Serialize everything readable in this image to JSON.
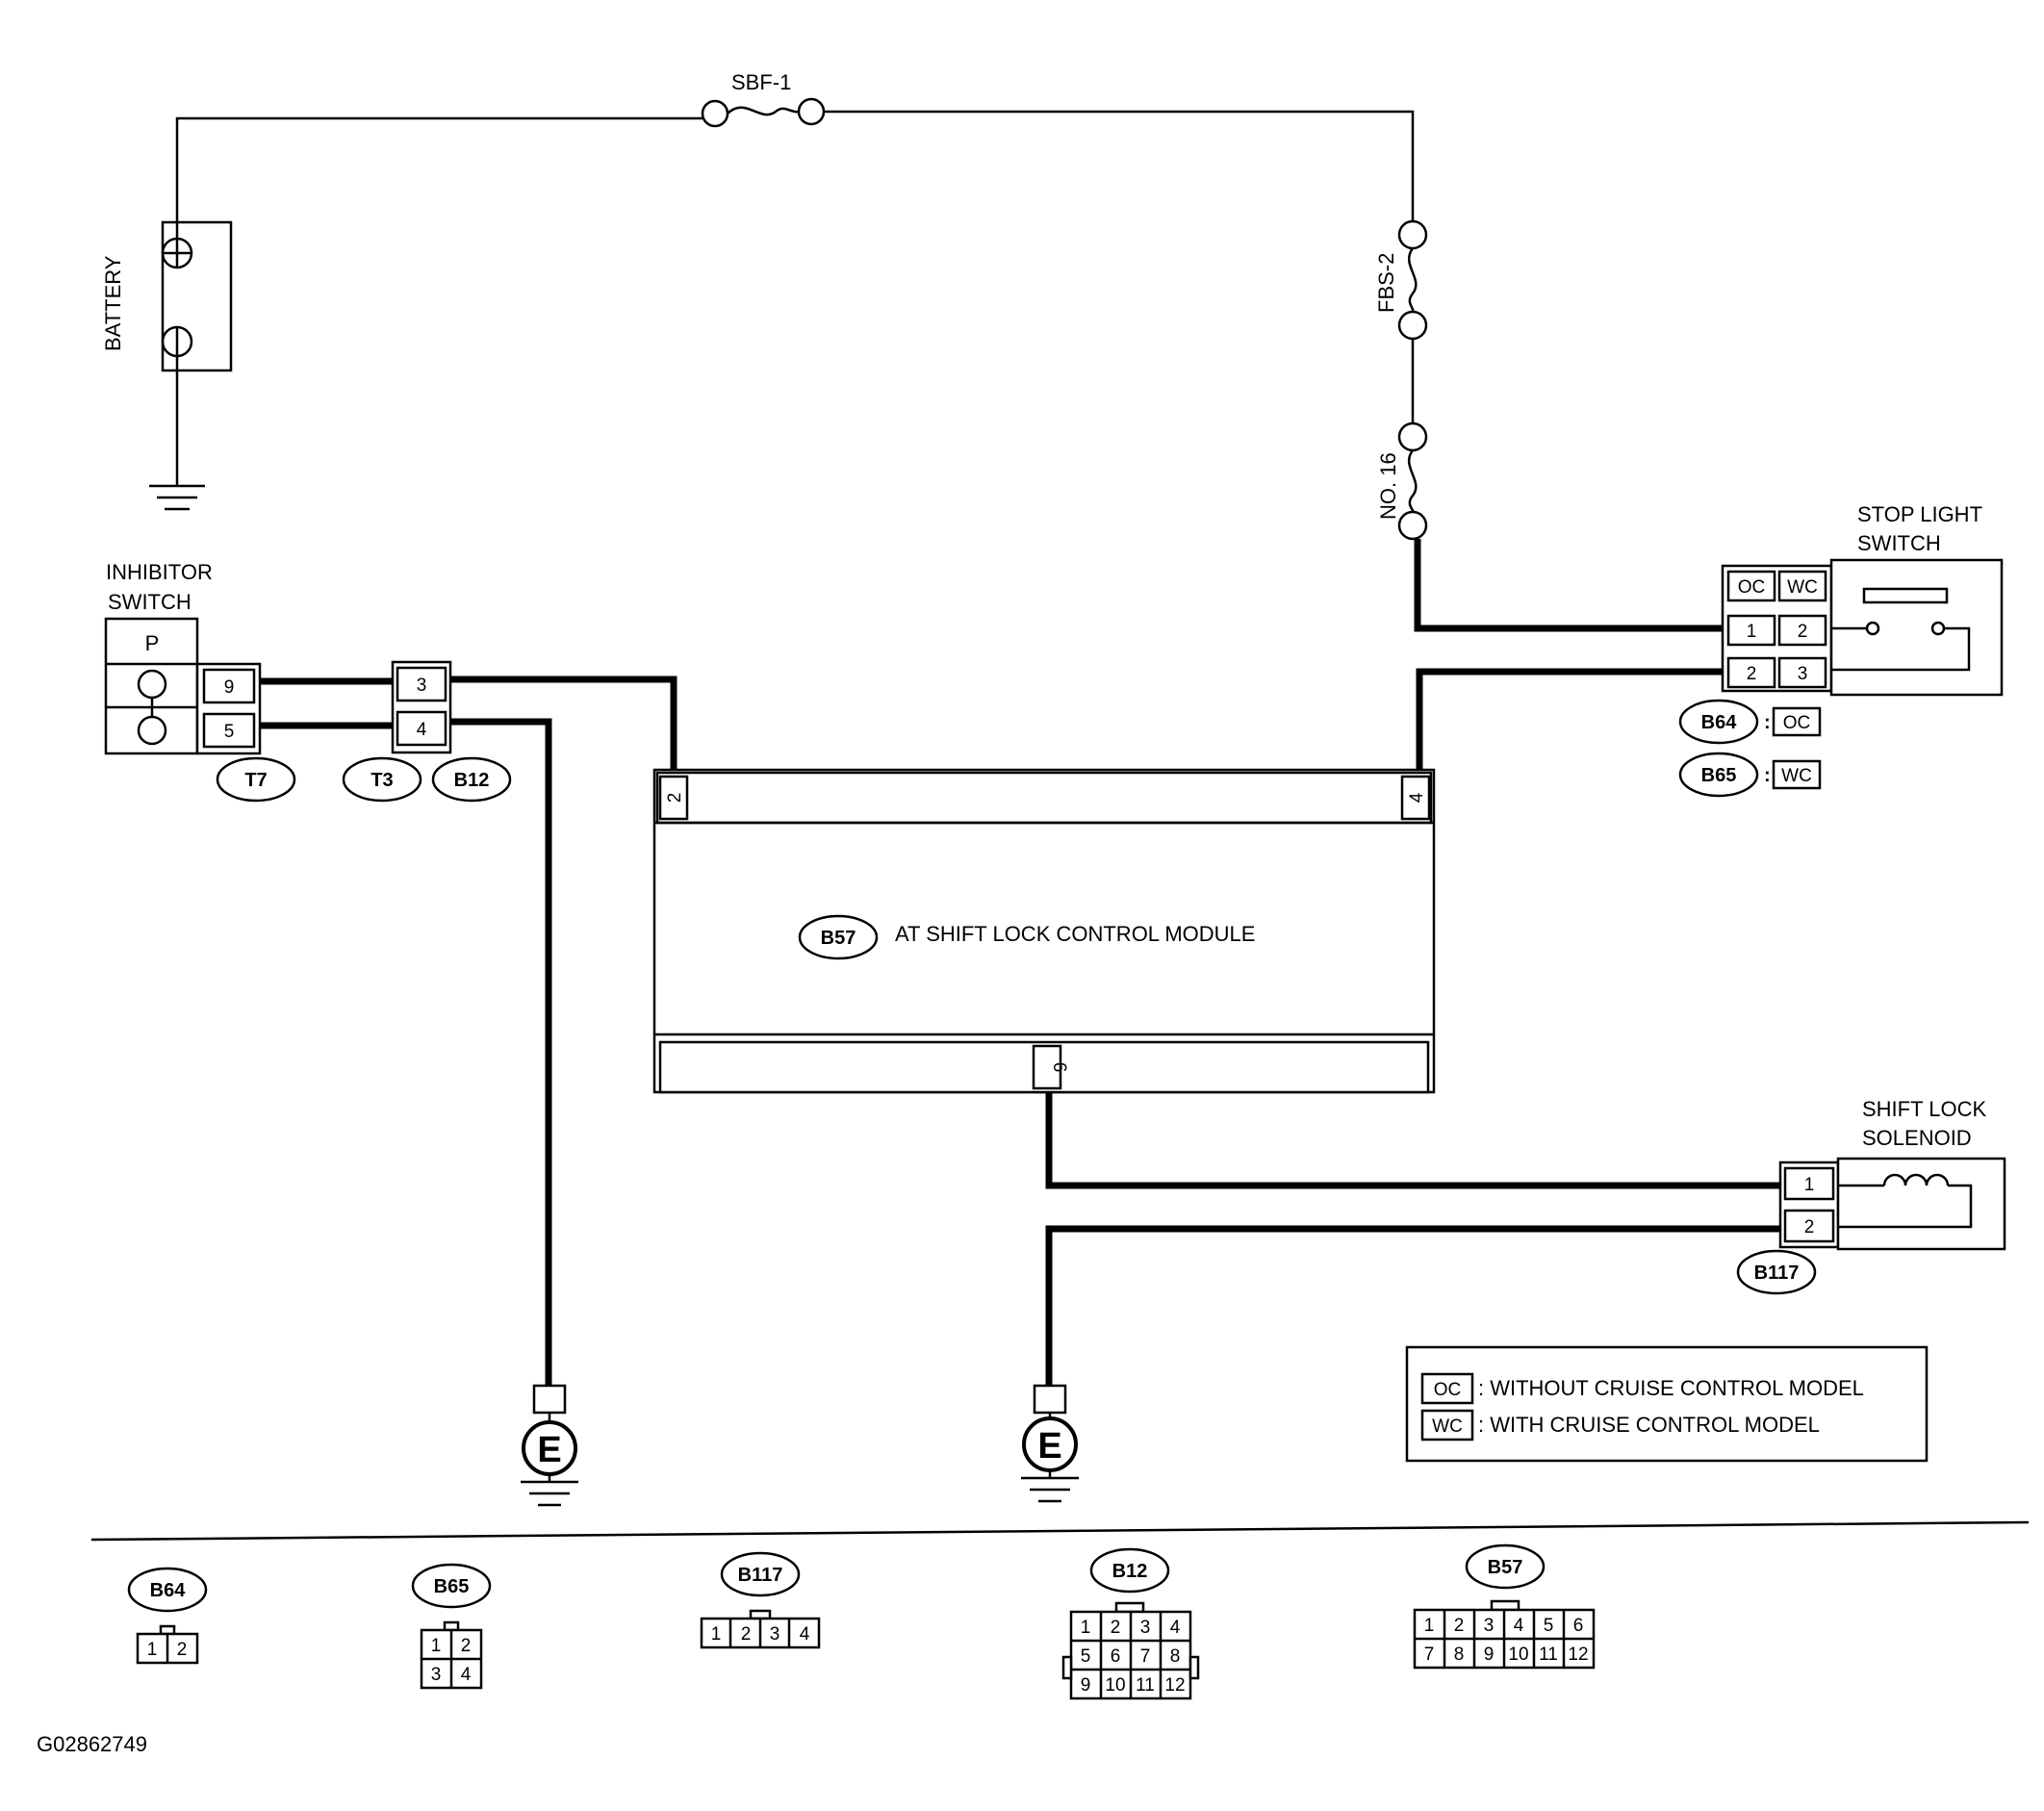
{
  "battery": {
    "label": "BATTERY"
  },
  "fuses": {
    "sbf": "SBF-1",
    "fbs": "FBS-2",
    "no16": "NO. 16"
  },
  "stop_light_switch": {
    "label_line1": "STOP LIGHT",
    "label_line2": "SWITCH",
    "oc": "OC",
    "wc": "WC",
    "pins": [
      "1",
      "2",
      "2",
      "3"
    ],
    "connectors": [
      {
        "id": "B64",
        "variant": "OC"
      },
      {
        "id": "B65",
        "variant": "WC"
      }
    ]
  },
  "inhibitor_switch": {
    "label_line1": "INHIBITOR",
    "label_line2": "SWITCH",
    "position": "P",
    "pins": [
      "9",
      "5"
    ],
    "connector": "T7"
  },
  "junction": {
    "pins": [
      "3",
      "4"
    ],
    "connectors": [
      "T3",
      "B12"
    ]
  },
  "module": {
    "connector": "B57",
    "label": "AT SHIFT LOCK CONTROL MODULE",
    "pin_left": "2",
    "pin_right": "4",
    "pin_bottom": "6"
  },
  "shift_lock_solenoid": {
    "label_line1": "SHIFT LOCK",
    "label_line2": "SOLENOID",
    "pins": [
      "1",
      "2"
    ],
    "connector": "B117"
  },
  "ground": {
    "symbol": "E"
  },
  "legend": [
    {
      "code": "OC",
      "text": ": WITHOUT CRUISE CONTROL MODEL"
    },
    {
      "code": "WC",
      "text": ": WITH CRUISE CONTROL MODEL"
    }
  ],
  "connector_views": [
    {
      "id": "B64",
      "rows": [
        [
          "1",
          "2"
        ]
      ]
    },
    {
      "id": "B65",
      "rows": [
        [
          "1",
          "2"
        ],
        [
          "3",
          "4"
        ]
      ]
    },
    {
      "id": "B117",
      "rows": [
        [
          "1",
          "2",
          "3",
          "4"
        ]
      ]
    },
    {
      "id": "B12",
      "rows": [
        [
          "1",
          "2",
          "3",
          "4"
        ],
        [
          "5",
          "6",
          "7",
          "8"
        ],
        [
          "9",
          "10",
          "11",
          "12"
        ]
      ]
    },
    {
      "id": "B57",
      "rows": [
        [
          "1",
          "2",
          "3",
          "4",
          "5",
          "6"
        ],
        [
          "7",
          "8",
          "9",
          "10",
          "11",
          "12"
        ]
      ]
    }
  ],
  "figure_code": "G02862749"
}
